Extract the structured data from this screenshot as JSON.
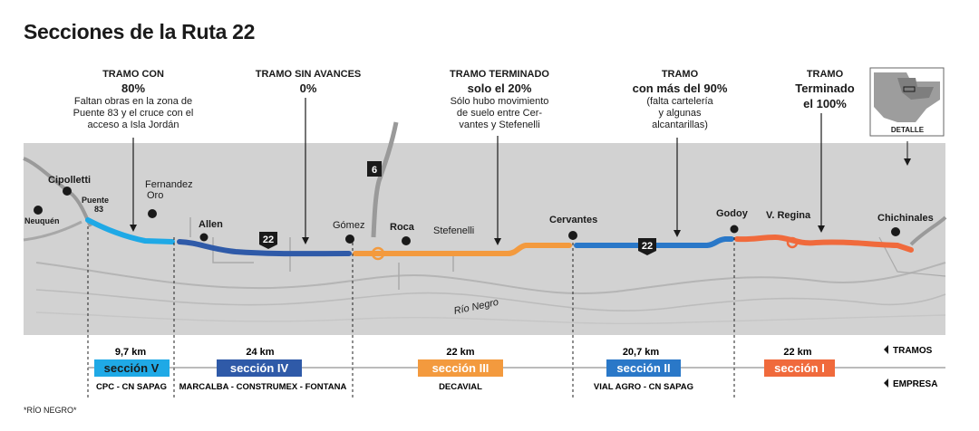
{
  "title": "Secciones de la Ruta 22",
  "footnote": "*RÍO NEGRO*",
  "colors": {
    "seccion_V": "#1fa9e6",
    "seccion_IV": "#2f5aa8",
    "seccion_III": "#f39a3e",
    "seccion_II": "#2a78c8",
    "seccion_I": "#f06a3c",
    "map_background": "#d2d2d2",
    "river_line": "#b8b8b8"
  },
  "annotations": [
    {
      "header": "TRAMO CON",
      "percent": "80%",
      "lines": [
        "Faltan obras en la zona de",
        "Puente 83 y el cruce con el",
        "acceso a Isla Jordán"
      ]
    },
    {
      "header": "TRAMO SIN AVANCES",
      "percent": "0%",
      "lines": []
    },
    {
      "header": "TRAMO TERMINADO",
      "percent": "solo el 20%",
      "lines": [
        "Sólo hubo movimiento",
        "de suelo entre Cer-",
        "vantes y Stefenelli"
      ]
    },
    {
      "header": "TRAMO",
      "percent": "con más del 90%",
      "lines": [
        "(falta cartelería",
        "y algunas",
        "alcantarillas)"
      ]
    },
    {
      "header": "TRAMO",
      "percent": "Terminado",
      "percent2": "el 100%",
      "lines": []
    }
  ],
  "detail_label": "DETALLE",
  "places": {
    "neuquen": "Neuquén",
    "cipolletti": "Cipolletti",
    "puente_83_a": "Puente",
    "puente_83_b": "83",
    "fernandez_oro_a": "Fernandez",
    "fernandez_oro_b": "Oro",
    "allen": "Allen",
    "gomez": "Gómez",
    "roca": "Roca",
    "stefenelli": "Stefenelli",
    "cervantes": "Cervantes",
    "godoy": "Godoy",
    "v_regina": "V. Regina",
    "chichinales": "Chichinales",
    "rio_negro": "Río Negro"
  },
  "route_shields": [
    "22",
    "22"
  ],
  "highway_shield": "6",
  "sections": [
    {
      "km": "9,7 km",
      "label": "sección V",
      "company": "CPC - CN SAPAG"
    },
    {
      "km": "24 km",
      "label": "sección IV",
      "company": "MARCALBA - CONSTRUMEX - FONTANA"
    },
    {
      "km": "22 km",
      "label": "sección III",
      "company": "DECAVIAL"
    },
    {
      "km": "20,7 km",
      "label": "sección II",
      "company": "VIAL AGRO - CN SAPAG"
    },
    {
      "km": "22 km",
      "label": "sección I",
      "company": ""
    }
  ],
  "legend": {
    "tramos": "TRAMOS",
    "empresa": "EMPRESA"
  }
}
